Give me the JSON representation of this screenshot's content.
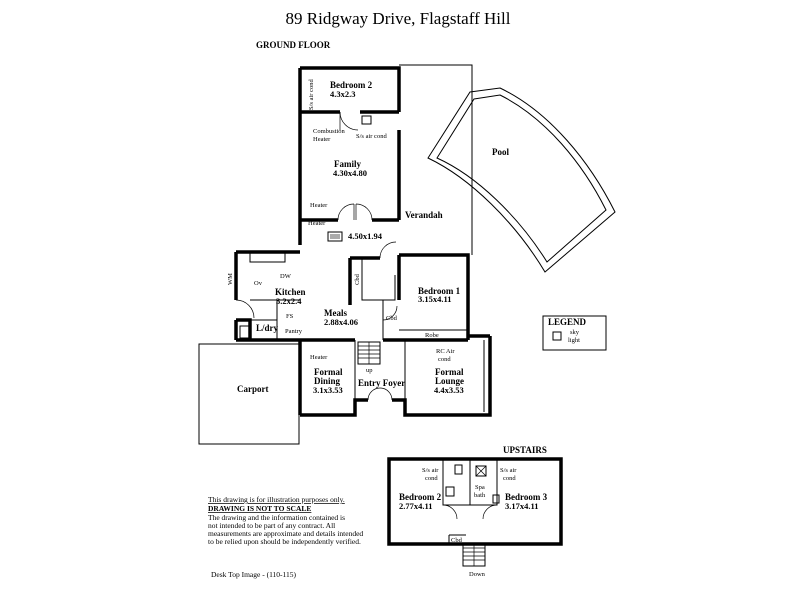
{
  "title": "89 Ridgway Drive,  Flagstaff Hill",
  "ground_floor_heading": "GROUND FLOOR",
  "upstairs_heading": "UPSTAIRS",
  "rooms": {
    "bedroom2_ground": {
      "name": "Bedroom 2",
      "dims": "4.3x2.3"
    },
    "family": {
      "name": "Family",
      "dims": "4.30x4.80"
    },
    "verandah": {
      "name": "Verandah"
    },
    "pool": {
      "name": "Pool"
    },
    "hall": {
      "dims": "4.50x1.94"
    },
    "kitchen": {
      "name": "Kitchen",
      "dims": "3.2x2.4"
    },
    "meals": {
      "name": "Meals",
      "dims": "2.88x4.06"
    },
    "bedroom1": {
      "name": "Bedroom 1",
      "dims": "3.15x4.11"
    },
    "laundry": {
      "name": "L/dry"
    },
    "carport": {
      "name": "Carport"
    },
    "formal_dining": {
      "name_line1": "Formal",
      "name_line2": "Dining",
      "dims": "3.1x3.53"
    },
    "entry_foyer": {
      "name": "Entry Foyer"
    },
    "formal_lounge": {
      "name_line1": "Formal",
      "name_line2": "Lounge",
      "dims": "4.4x3.53"
    },
    "bedroom2_up": {
      "name": "Bedroom 2",
      "dims": "2.77x4.11"
    },
    "bedroom3_up": {
      "name": "Bedroom 3",
      "dims": "3.17x4.11"
    }
  },
  "fixtures": {
    "sa_air_cond_bed2": "S/s air cond",
    "combustion_heater_1": "Combustion",
    "combustion_heater_2": "Heater",
    "sa_air_cond_family": "S/s air cond",
    "heater_family_1": "Heater",
    "heater_family_2": "Heater",
    "dw": "DW",
    "ov": "Ov",
    "wm": "WM",
    "fs": "FS",
    "pantry": "Pantry",
    "cbd_hall": "Cbd",
    "cbd_bed1": "Cbd",
    "robe": "Robe",
    "rc_air_cond_1": "RC Air",
    "rc_air_cond_2": "cond",
    "heater_dining": "Heater",
    "up": "up",
    "sa_up_bed2_1": "S/s air",
    "sa_up_bed2_2": "cond",
    "sa_up_bed3_1": "S/s air",
    "sa_up_bed3_2": "cond",
    "spa_1": "Spa",
    "spa_2": "bath",
    "cbd_up": "Cbd",
    "down": "Down"
  },
  "legend": {
    "heading": "LEGEND",
    "item_line1": "sky",
    "item_line2": "light"
  },
  "disclaimer": {
    "line1": "This drawing is for illustration purposes only.",
    "line2": "DRAWING IS NOT TO SCALE",
    "line3": "The drawing and the information contained is",
    "line4": "not intended to be part of any contract.  All",
    "line5": "measurements are approximate and details intended",
    "line6": "to be relied upon should be independently verified."
  },
  "footer": "Desk Top Image - (110-115)"
}
